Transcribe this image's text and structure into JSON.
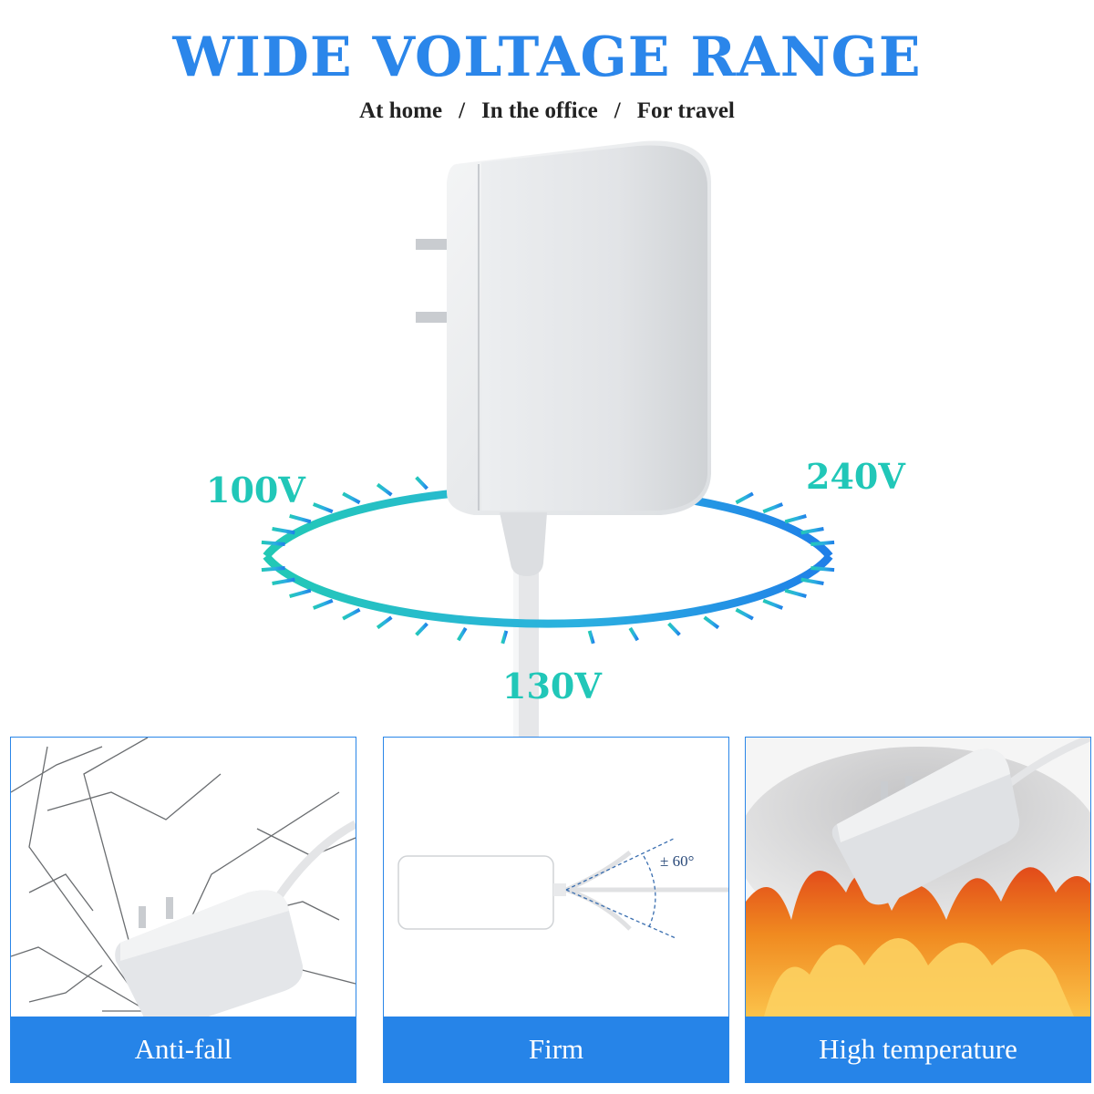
{
  "header": {
    "title": "WIDE VOLTAGE RANGE",
    "uses": [
      "At home",
      "In the office",
      "For travel"
    ],
    "separator": "/"
  },
  "voltage_labels": {
    "left": "100V",
    "right": "240V",
    "bottom": "130V"
  },
  "features": [
    {
      "label": "Anti-fall",
      "icon": "shattered-glass-adapter-image"
    },
    {
      "label": "Firm",
      "icon": "cable-angle-diagram",
      "angle_label": "± 60°"
    },
    {
      "label": "High temperature",
      "icon": "fire-adapter-image"
    }
  ],
  "colors": {
    "title_blue": "#2b86ea",
    "voltage_teal": "#21c7b8",
    "panel_blue": "#2684e8"
  }
}
